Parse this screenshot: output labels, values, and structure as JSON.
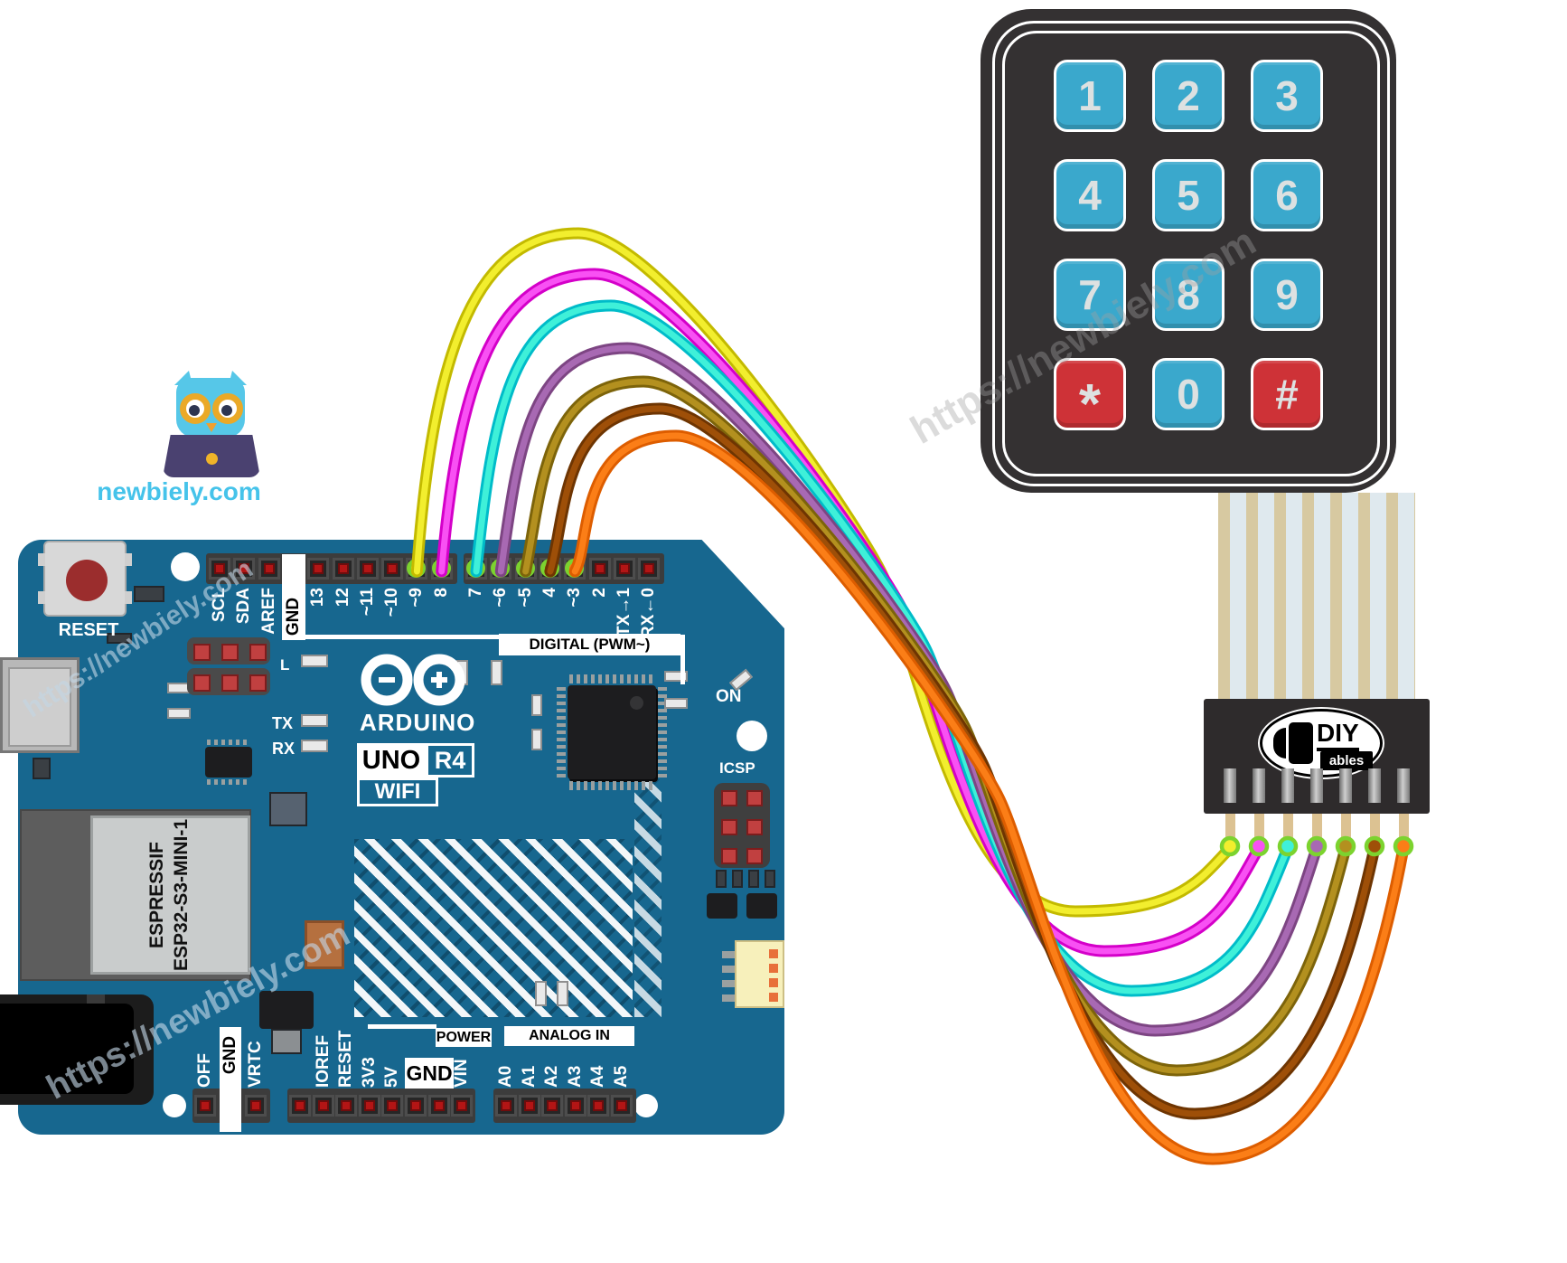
{
  "site": {
    "logo_text": "newbiely.com",
    "watermark": "https://newbiely.com"
  },
  "arduino": {
    "brand": "ARDUINO",
    "model": "UNO",
    "revision": "R4",
    "variant": "WIFI",
    "reset_label": "RESET",
    "digital_section_label": "DIGITAL (PWM~)",
    "power_section_label": "POWER",
    "analog_section_label": "ANALOG IN",
    "tx_label": "TX",
    "rx_label": "RX",
    "led_label": "L",
    "on_label": "ON",
    "icsp_label": "ICSP",
    "wifi_module": {
      "line1": "ESPRESSIF",
      "line2": "ESP32-S3-MINI-1"
    },
    "pwm_tilde": "~",
    "top_pins_left": [
      "SCL",
      "SDA",
      "AREF",
      "GND",
      "13",
      "12",
      "~11",
      "~10",
      "~9",
      "8"
    ],
    "top_pins_right": [
      "7",
      "~6",
      "~5",
      "4",
      "~3",
      "2",
      "TX→1",
      "RX←0"
    ],
    "bottom_pins_misc": [
      "OFF",
      "GND",
      "VRTC"
    ],
    "bottom_pins_power": [
      "IOREF",
      "RESET",
      "3V3",
      "5V",
      "GND",
      "VIN"
    ],
    "bottom_pins_analog": [
      "A0",
      "A1",
      "A2",
      "A3",
      "A4",
      "A5"
    ],
    "board_color": "#17678f"
  },
  "keypad": {
    "rows": [
      [
        "1",
        "2",
        "3"
      ],
      [
        "4",
        "5",
        "6"
      ],
      [
        "7",
        "8",
        "9"
      ],
      [
        "*",
        "0",
        "#"
      ]
    ],
    "special_keys": [
      "*",
      "#"
    ],
    "body_color": "#343132",
    "key_color": "#3aa8cc",
    "special_key_color": "#ce3237",
    "key_text_color": "#dde1e1"
  },
  "connector": {
    "brand": "DIY",
    "brand_sub": "ables",
    "pin_count": 7
  },
  "wires": [
    {
      "name": "yellow",
      "arduino_pin": "9",
      "color": "#f2ee2e",
      "edge": "#c3ba00"
    },
    {
      "name": "magenta",
      "arduino_pin": "8",
      "color": "#f851f3",
      "edge": "#d400c9"
    },
    {
      "name": "cyan",
      "arduino_pin": "7",
      "color": "#3ff0d9",
      "edge": "#00bcc9"
    },
    {
      "name": "purple",
      "arduino_pin": "6",
      "color": "#a869b3",
      "edge": "#7d4583"
    },
    {
      "name": "olive",
      "arduino_pin": "5",
      "color": "#b3901f",
      "edge": "#7d640a"
    },
    {
      "name": "brown",
      "arduino_pin": "4",
      "color": "#9e4f08",
      "edge": "#6e3502"
    },
    {
      "name": "orange",
      "arduino_pin": "3",
      "color": "#fb7e17",
      "edge": "#dd5d00"
    }
  ]
}
